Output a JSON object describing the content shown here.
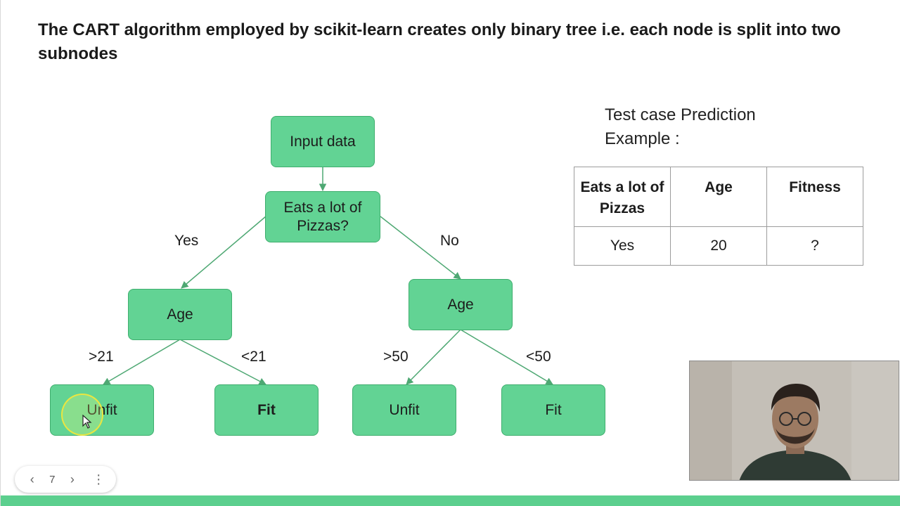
{
  "slide": {
    "title": "The CART algorithm employed by scikit-learn creates only binary tree i.e. each node is split into two subnodes"
  },
  "tree": {
    "root": "Input data",
    "question": "Eats a lot of Pizzas?",
    "yes_label": "Yes",
    "no_label": "No",
    "left_age": "Age",
    "right_age": "Age",
    "left_gt": ">21",
    "left_lt": "<21",
    "right_gt": ">50",
    "right_lt": "<50",
    "leaf_1": "Unfit",
    "leaf_2": "Fit",
    "leaf_3": "Unfit",
    "leaf_4": "Fit"
  },
  "test_case": {
    "caption_line1": "Test case Prediction",
    "caption_line2": "Example :",
    "headers": [
      "Eats a lot of Pizzas",
      "Age",
      "Fitness"
    ],
    "row": [
      "Yes",
      "20",
      "?"
    ]
  },
  "pager": {
    "page": "7",
    "prev_icon": "chevron-left-icon",
    "next_icon": "chevron-right-icon",
    "more_icon": "more-vertical-icon"
  },
  "colors": {
    "node_fill": "#62d394",
    "node_border": "#3fae6e",
    "edge": "#4ea873",
    "bottom_bar": "#5ccf8e"
  }
}
